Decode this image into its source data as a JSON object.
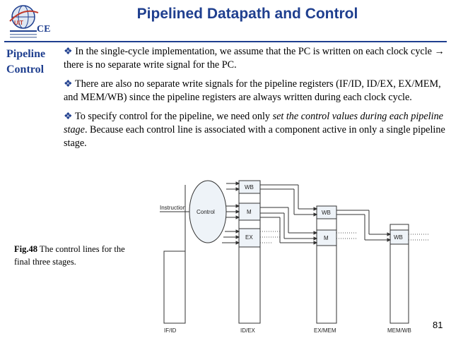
{
  "header": {
    "logo_text": "UIT",
    "logo_ce": "CE",
    "title": "Pipelined Datapath and Control",
    "title_color": "#1f3f8f"
  },
  "sidebar": {
    "line1": "Pipeline",
    "line2": "Control"
  },
  "bullets": {
    "b1": "In the single-cycle implementation, we assume that the PC is written on each clock cycle → there is no separate write signal for the PC.",
    "b2": "There are also no separate write signals for the pipeline registers (IF/ID, ID/EX, EX/MEM, and MEM/WB) since the pipeline registers are always written during each clock cycle.",
    "b3_pre": "To specify control for the pipeline, we need only ",
    "b3_em": "set the control values during each pipeline stage",
    "b3_post": ". Because each control line is associated with a component active in only a single pipeline stage."
  },
  "figure": {
    "caption_label": "Fig.48",
    "caption_text": " The control lines for the final three stages.",
    "instruction_label": "Instruction",
    "control_label": "Control",
    "wb": "WB",
    "m": "M",
    "ex": "EX",
    "reg_labels": [
      "IF/ID",
      "ID/EX",
      "EX/MEM",
      "MEM/WB"
    ]
  },
  "page_number": "81"
}
